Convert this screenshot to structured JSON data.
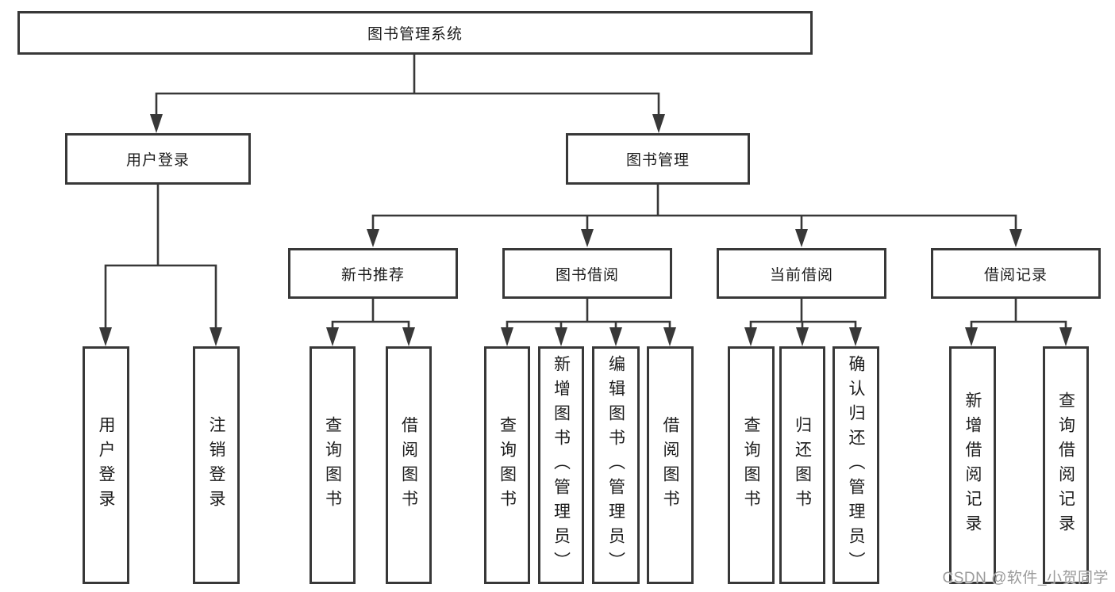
{
  "nodes": {
    "root": {
      "label": "图书管理系统"
    },
    "user_login": {
      "label": "用户登录"
    },
    "book_mgmt": {
      "label": "图书管理"
    },
    "new_books": {
      "label": "新书推荐"
    },
    "book_borrow": {
      "label": "图书借阅"
    },
    "current_borrow": {
      "label": "当前借阅"
    },
    "borrow_records": {
      "label": "借阅记录"
    },
    "leaf_user_login": {
      "label": "用户登录"
    },
    "leaf_logout": {
      "label": "注销登录"
    },
    "leaf_nb_query": {
      "label": "查询图书"
    },
    "leaf_nb_borrow": {
      "label": "借阅图书"
    },
    "leaf_bb_query": {
      "label": "查询图书"
    },
    "leaf_bb_add": {
      "label": "新增图书（管理员）"
    },
    "leaf_bb_edit": {
      "label": "编辑图书（管理员）"
    },
    "leaf_bb_borrow": {
      "label": "借阅图书"
    },
    "leaf_cb_query": {
      "label": "查询图书"
    },
    "leaf_cb_return": {
      "label": "归还图书"
    },
    "leaf_cb_confirm": {
      "label": "确认归还（管理员）"
    },
    "leaf_br_add": {
      "label": "新增借阅记录"
    },
    "leaf_br_query": {
      "label": "查询借阅记录"
    }
  },
  "watermark": {
    "text": "CSDN @软件_小贺同学"
  },
  "colors": {
    "line": "#383838",
    "text": "#1c1c1c",
    "box_background": "#ffffff",
    "page_background": "#ffffff",
    "watermark": "#9b9b9b"
  }
}
